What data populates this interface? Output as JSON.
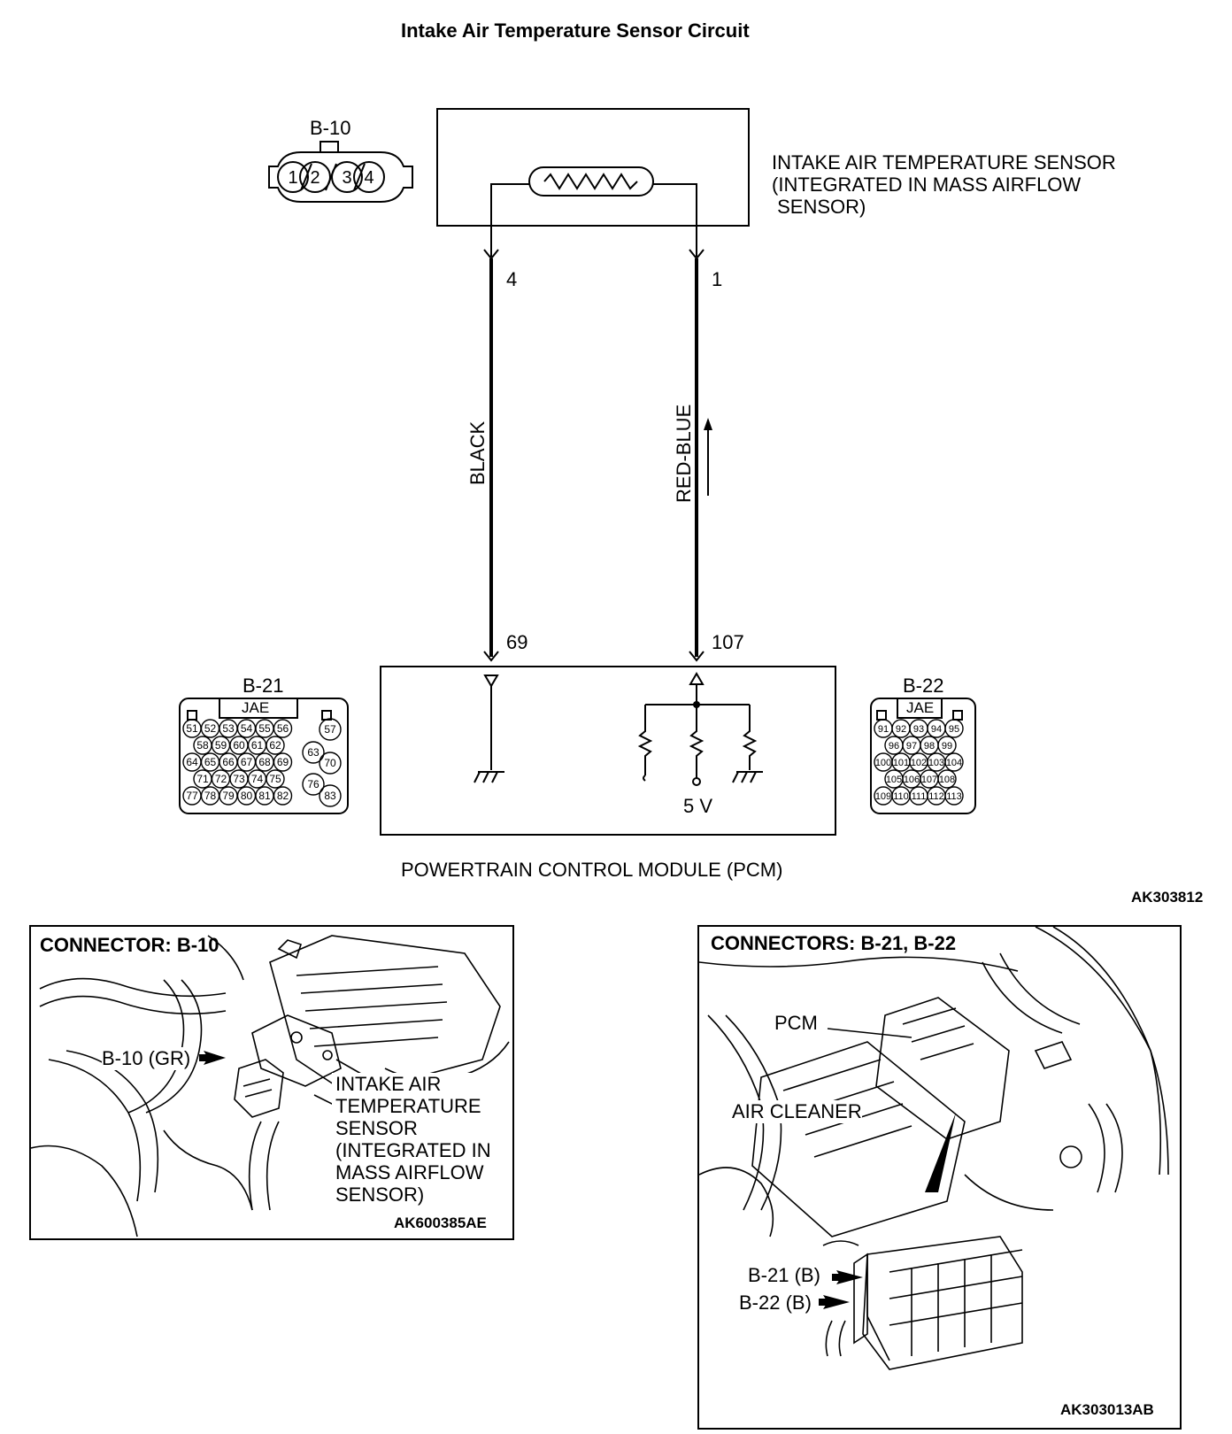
{
  "title": "Intake Air Temperature Sensor Circuit",
  "sensor": {
    "name_lines": [
      "INTAKE AIR TEMPERATURE SENSOR",
      "(INTEGRATED IN MASS AIRFLOW",
      " SENSOR)"
    ]
  },
  "connectors": {
    "b10": {
      "label": "B-10",
      "pins": [
        "1",
        "2",
        "3",
        "4"
      ]
    },
    "b21": {
      "label": "B-21",
      "maker": "JAE",
      "pins": [
        "51",
        "52",
        "53",
        "54",
        "55",
        "56",
        "57",
        "58",
        "59",
        "60",
        "61",
        "62",
        "63",
        "64",
        "65",
        "66",
        "67",
        "68",
        "69",
        "70",
        "71",
        "72",
        "73",
        "74",
        "75",
        "76",
        "77",
        "78",
        "79",
        "80",
        "81",
        "82",
        "83"
      ]
    },
    "b22": {
      "label": "B-22",
      "maker": "JAE",
      "pins": [
        "91",
        "92",
        "93",
        "94",
        "95",
        "96",
        "97",
        "98",
        "99",
        "100",
        "101",
        "102",
        "103",
        "104",
        "105",
        "106",
        "107",
        "108",
        "109",
        "110",
        "111",
        "112",
        "113"
      ]
    }
  },
  "wires": {
    "left": {
      "color_label": "BLACK",
      "sensor_pin": "4",
      "pcm_pin": "69"
    },
    "right": {
      "color_label": "RED-BLUE",
      "sensor_pin": "1",
      "pcm_pin": "107"
    }
  },
  "pcm": {
    "voltage": "5 V",
    "name": "POWERTRAIN CONTROL MODULE (PCM)"
  },
  "diagram_code": "AK303812",
  "panel_left": {
    "title": "CONNECTOR: B-10",
    "callout": "B-10 (GR)",
    "description_lines": [
      "INTAKE AIR",
      "TEMPERATURE",
      "SENSOR",
      "(INTEGRATED IN",
      "MASS AIRFLOW",
      "SENSOR)"
    ],
    "code": "AK600385AE"
  },
  "panel_right": {
    "title": "CONNECTORS: B-21, B-22",
    "pcm_label": "PCM",
    "air_cleaner_label": "AIR CLEANER",
    "callout_b21": "B-21 (B)",
    "callout_b22": "B-22 (B)",
    "code": "AK303013AB"
  },
  "colors": {
    "line": "#000000",
    "background": "#ffffff"
  }
}
